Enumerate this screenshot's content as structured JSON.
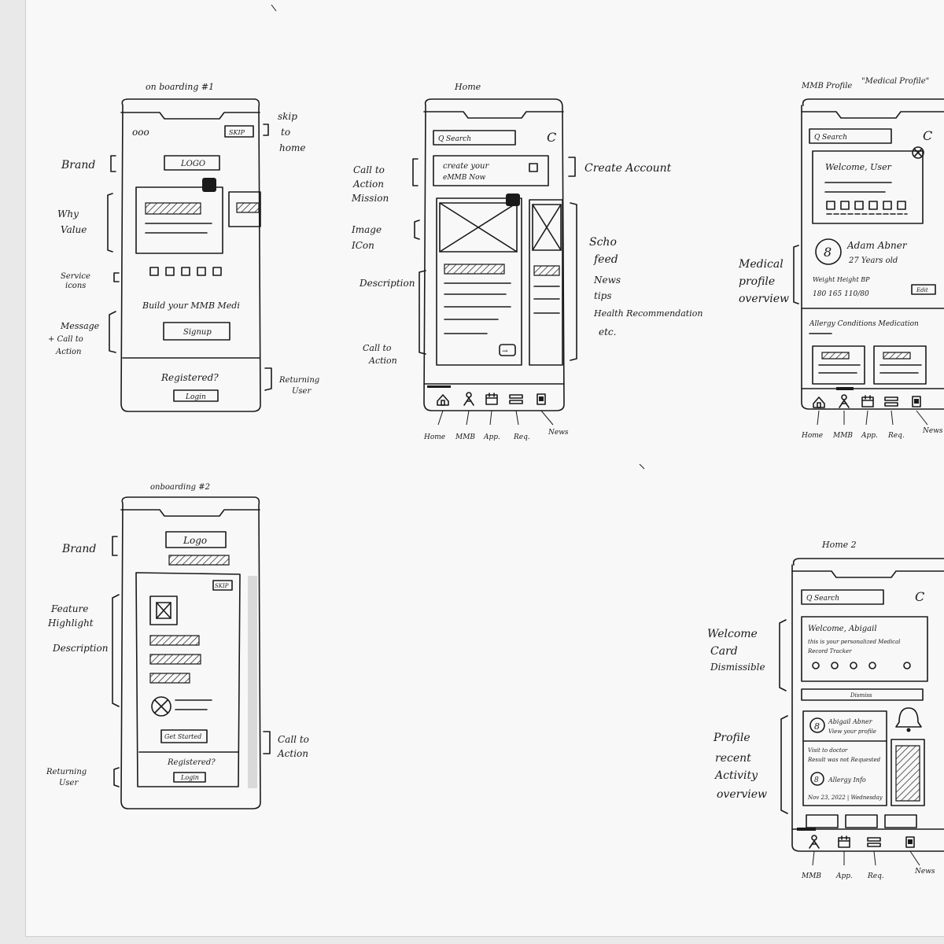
{
  "phones": {
    "onboarding1": {
      "title": "on boarding #1",
      "logo": "LOGO",
      "skip": "SKIP",
      "tagline": "Build your MMB Medi",
      "signup": "Signup",
      "registered": "Registered?",
      "login": "Login"
    },
    "home": {
      "title": "Home",
      "search": "Search",
      "create_line1": "create your",
      "create_line2": "eMMB Now",
      "nav": [
        "Home",
        "MMB",
        "App.",
        "Req.",
        "News"
      ]
    },
    "medical_profile": {
      "title_left": "MMB Profile",
      "title_right": "\"Medical Profile\"",
      "search": "Search",
      "welcome": "Welcome, User",
      "name": "Adam Abner",
      "age": "27 Years old",
      "stats_labels": "Weight Height BP",
      "stats_values": "180 165 110/80",
      "edit": "Edit",
      "tabs": "Allergy Conditions Medication",
      "nav": [
        "Home",
        "MMB",
        "App.",
        "Req.",
        "News"
      ]
    },
    "onboarding2": {
      "title": "onboarding #2",
      "logo": "Logo",
      "skip": "SKIP",
      "get_started": "Get Started",
      "registered": "Registered?",
      "login": "Login"
    },
    "home2": {
      "title": "Home 2",
      "search": "Search",
      "welcome_line1": "Welcome, Abigail",
      "welcome_line2": "this is your personalized Medical",
      "welcome_line3": "Record Tracker",
      "dismiss": "Dismiss",
      "profile_name": "Abigail Abner",
      "profile_sub": "View your profile",
      "visit1": "Visit to doctor",
      "visit2": "Result was not Requested",
      "allergy": "Allergy Info",
      "date": "Nov 23, 2022 | Wednesday",
      "nav": [
        "MMB",
        "App.",
        "Req.",
        "News"
      ]
    }
  },
  "annotations": {
    "brand": "Brand",
    "why_value_1": "Why",
    "why_value_2": "Value",
    "service_icons_1": "Service",
    "service_icons_2": "icons",
    "message_cta_1": "Message",
    "message_cta_2": "+ Call to",
    "message_cta_3": "Action",
    "skip_to_home_1": "skip",
    "skip_to_home_2": "to",
    "skip_to_home_3": "home",
    "returning_user_1": "Returning",
    "returning_user_2": "User",
    "cta_mission_1": "Call to",
    "cta_mission_2": "Action",
    "cta_mission_3": "Mission",
    "image_icon_1": "Image",
    "image_icon_2": "ICon",
    "description": "Description",
    "cta_1": "Call to",
    "cta_2": "Action",
    "create_account": "Create Account",
    "feed_1": "Scho",
    "feed_2": "feed",
    "feed_3": "News",
    "feed_4": "tips",
    "feed_5": "Health Recommendation",
    "feed_6": "etc.",
    "medical_profile_1": "Medical",
    "medical_profile_2": "profile",
    "medical_profile_3": "overview",
    "brand2": "Brand",
    "feature_1": "Feature",
    "feature_2": "Highlight",
    "feature_3": "Description",
    "returning2_1": "Returning",
    "returning2_2": "User",
    "cta2_1": "Call to",
    "cta2_2": "Action",
    "welcome_card_1": "Welcome",
    "welcome_card_2": "Card",
    "welcome_card_3": "Dismissible",
    "profile_recent_1": "Profile",
    "profile_recent_2": "recent",
    "profile_recent_3": "Activity",
    "profile_recent_4": "overview"
  },
  "icons": [
    "home-icon",
    "person-icon",
    "calendar-icon",
    "list-icon",
    "news-icon",
    "search-icon",
    "refresh-icon",
    "close-icon",
    "bell-icon",
    "image-placeholder-icon"
  ]
}
